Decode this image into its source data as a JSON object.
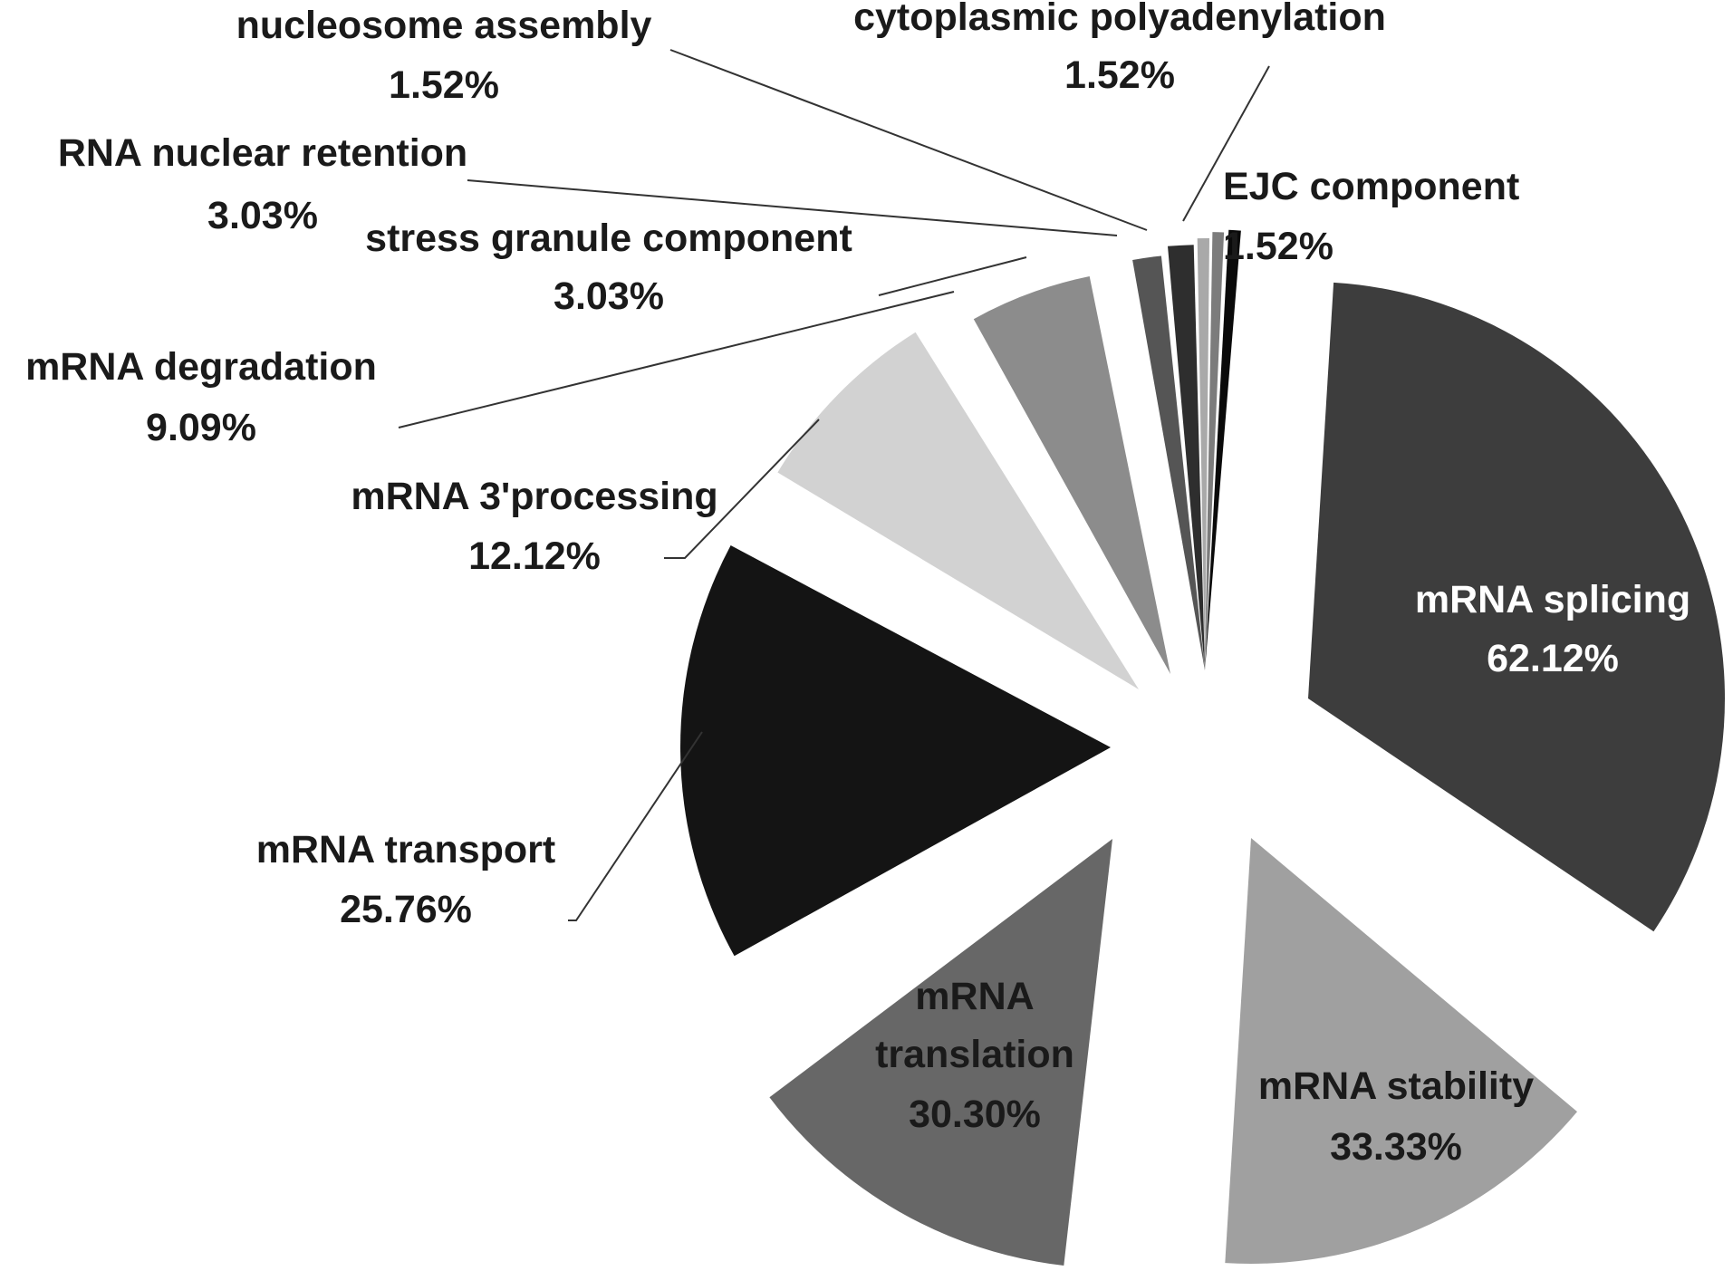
{
  "chart_data": {
    "type": "pie",
    "title": "",
    "slices": [
      {
        "name": "mRNA splicing",
        "percent": "62.12%",
        "value": 62.12,
        "color": "#3d3d3d",
        "text_color": "#ffffff"
      },
      {
        "name": "mRNA stability",
        "percent": "33.33%",
        "value": 33.33,
        "color": "#a0a0a0",
        "text_color": "#1a1a1a"
      },
      {
        "name": "mRNA translation",
        "percent": "30.30%",
        "value": 30.3,
        "color": "#676767",
        "text_color": "#1a1a1a"
      },
      {
        "name": "mRNA transport",
        "percent": "25.76%",
        "value": 25.76,
        "color": "#141414",
        "text_color": "#1a1a1a"
      },
      {
        "name": "mRNA 3'processing",
        "percent": "12.12%",
        "value": 12.12,
        "color": "#d2d2d2",
        "text_color": "#1a1a1a"
      },
      {
        "name": "mRNA degradation",
        "percent": "9.09%",
        "value": 9.09,
        "color": "#8c8c8c",
        "text_color": "#1a1a1a"
      },
      {
        "name": "stress granule component",
        "percent": "3.03%",
        "value": 3.03,
        "color": "#555555",
        "text_color": "#1a1a1a"
      },
      {
        "name": "RNA nuclear retention",
        "percent": "3.03%",
        "value": 3.03,
        "color": "#2e2e2e",
        "text_color": "#1a1a1a"
      },
      {
        "name": "nucleosome assembly",
        "percent": "1.52%",
        "value": 1.52,
        "color": "#a9a9a9",
        "text_color": "#1a1a1a"
      },
      {
        "name": "cytoplasmic polyadenylation",
        "percent": "1.52%",
        "value": 1.52,
        "color": "#7c7c7c",
        "text_color": "#1a1a1a"
      },
      {
        "name": "EJC component",
        "percent": "1.52%",
        "value": 1.52,
        "color": "#0a0a0a",
        "text_color": "#1a1a1a"
      }
    ]
  }
}
